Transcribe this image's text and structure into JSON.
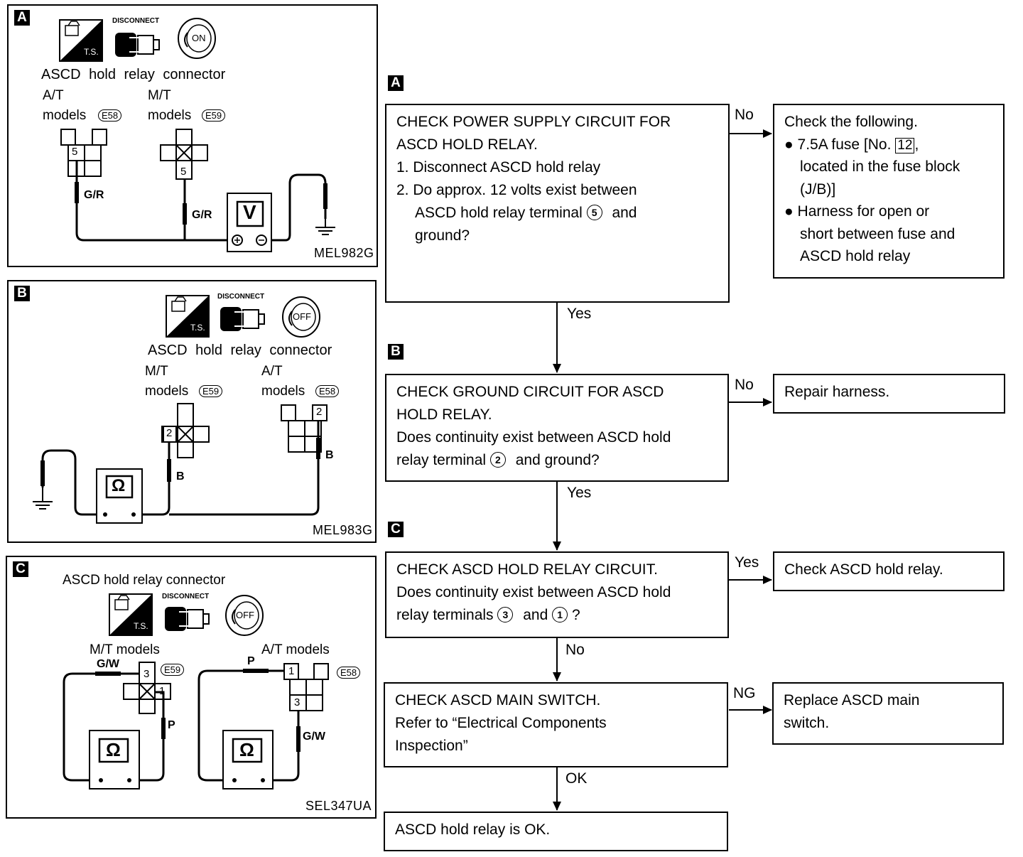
{
  "panels": {
    "a": {
      "letter": "A",
      "connector_title": "ASCD hold relay connector",
      "left_model": "A/T",
      "left_models": "models",
      "left_code": "E58",
      "right_model": "M/T",
      "right_models": "models",
      "right_code": "E59",
      "terminal_left": "5",
      "terminal_right": "5",
      "wire_left": "G/R",
      "wire_right": "G/R",
      "meter": "V",
      "key": "ON",
      "disconnect": "DISCONNECT",
      "ts": "T.S.",
      "figure_code": "MEL982G"
    },
    "b": {
      "letter": "B",
      "connector_title": "ASCD hold relay connector",
      "left_model": "M/T",
      "left_models": "models",
      "left_code": "E59",
      "right_model": "A/T",
      "right_models": "models",
      "right_code": "E58",
      "terminal_left": "2",
      "terminal_right": "2",
      "wire_left": "B",
      "wire_right": "B",
      "meter": "Ω",
      "key": "OFF",
      "disconnect": "DISCONNECT",
      "ts": "T.S.",
      "figure_code": "MEL983G"
    },
    "c": {
      "letter": "C",
      "connector_title": "ASCD hold relay connector",
      "left_model": "M/T models",
      "right_model": "A/T models",
      "left_code": "E59",
      "right_code": "E58",
      "left_t_top": "3",
      "left_t_side": "1",
      "right_t_top": "1",
      "right_t_bottom": "3",
      "wire_gw1": "G/W",
      "wire_p1": "P",
      "wire_p2": "P",
      "wire_gw2": "G/W",
      "meter": "Ω",
      "key": "OFF",
      "disconnect": "DISCONNECT",
      "ts": "T.S.",
      "figure_code": "SEL347UA"
    }
  },
  "flow": {
    "step_a": {
      "letter": "A",
      "title1": "CHECK POWER SUPPLY CIRCUIT FOR",
      "title2": "ASCD HOLD RELAY.",
      "item1": "1. Disconnect ASCD hold relay",
      "item2a": "2. Do approx. 12 volts exist between",
      "item2b": "ASCD hold relay terminal",
      "item2b_circ": "5",
      "item2b_end": "and",
      "item2c": "ground?",
      "branch_label": "No",
      "down_label": "Yes",
      "result_title": "Check the following.",
      "result_bullet1a": "7.5A fuse [No.",
      "result_bullet1_num": "12",
      "result_bullet1b": ",",
      "result_bullet1c": "located in the fuse block",
      "result_bullet1d": "(J/B)]",
      "result_bullet2a": "Harness for open or",
      "result_bullet2b": "short between fuse and",
      "result_bullet2c": "ASCD hold relay"
    },
    "step_b": {
      "letter": "B",
      "line1": "CHECK GROUND CIRCUIT FOR ASCD",
      "line2": "HOLD RELAY.",
      "line3": "Does continuity exist between ASCD hold",
      "line4a": "relay terminal",
      "line4_circ": "2",
      "line4b": "and ground?",
      "branch_label": "No",
      "down_label": "Yes",
      "result": "Repair harness."
    },
    "step_c": {
      "letter": "C",
      "line1": "CHECK ASCD HOLD RELAY CIRCUIT.",
      "line2": "Does continuity exist between ASCD hold",
      "line3a": "relay terminals",
      "line3_circ1": "3",
      "line3_and": "and",
      "line3_circ2": "1",
      "line3_end": "?",
      "branch_label": "Yes",
      "down_label": "No",
      "result": "Check ASCD hold relay."
    },
    "step_d": {
      "line1": "CHECK ASCD MAIN SWITCH.",
      "line2": "Refer to “Electrical Components",
      "line3": "Inspection”",
      "branch_label": "NG",
      "down_label": "OK",
      "result1": "Replace ASCD main",
      "result2": "switch."
    },
    "final": "ASCD hold relay is OK."
  }
}
